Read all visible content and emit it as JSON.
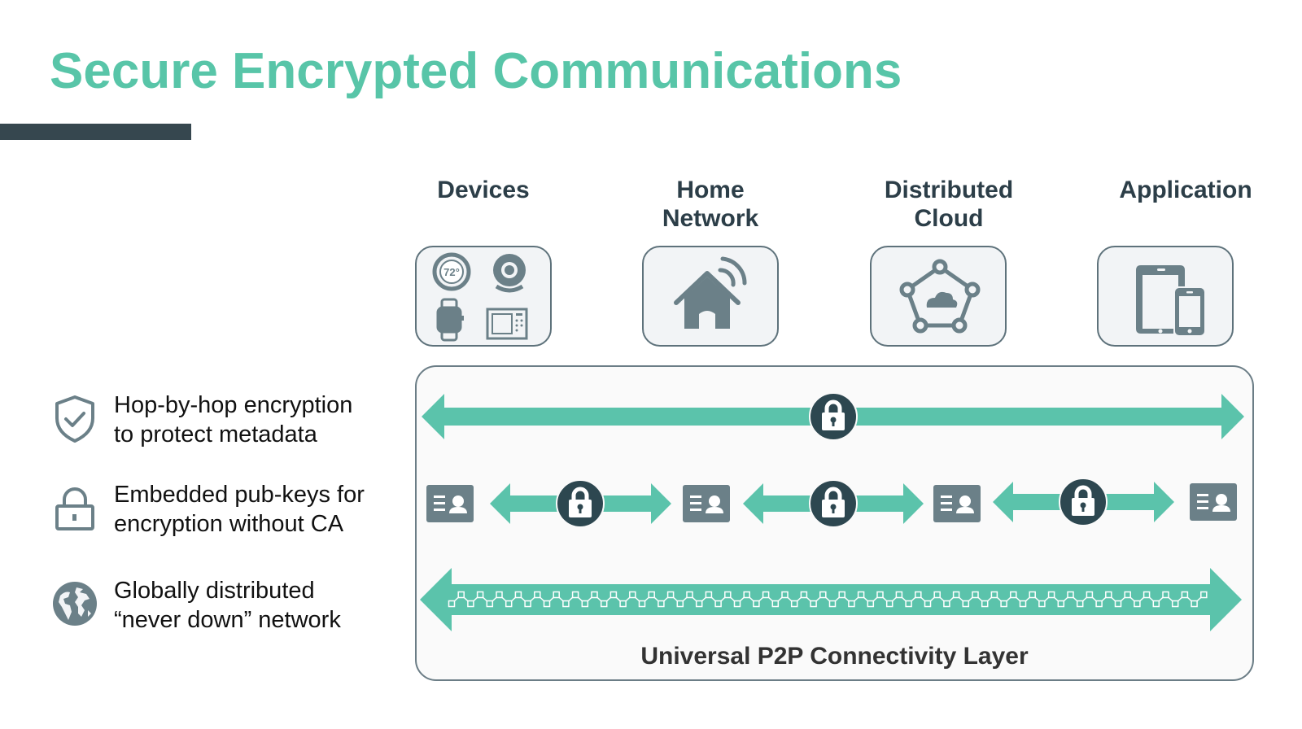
{
  "slide": {
    "title": "Secure Encrypted Communications",
    "colors": {
      "accent_teal": "#58c5a8",
      "dark_slate": "#2c3e48",
      "icon_gray": "#6b8088",
      "lock_circle": "#2d4750"
    }
  },
  "columns": [
    {
      "label": "Devices",
      "icon": "devices-icon"
    },
    {
      "label": "Home Network",
      "icon": "smart-home-icon"
    },
    {
      "label": "Distributed Cloud",
      "icon": "distributed-cloud-icon"
    },
    {
      "label": "Application",
      "icon": "tablet-phone-icon"
    }
  ],
  "features": [
    {
      "icon": "shield-check-icon",
      "text": "Hop-by-hop encryption\nto protect metadata"
    },
    {
      "icon": "padlock-icon",
      "text": "Embedded pub-keys for\nencryption without CA"
    },
    {
      "icon": "globe-icon",
      "text": "Globally distributed\n“never down” network"
    }
  ],
  "diagram": {
    "rows": [
      {
        "name": "end-to-end-encryption",
        "segments": 1,
        "locks": 1
      },
      {
        "name": "hop-by-hop-encryption",
        "segments": 3,
        "locks": 3,
        "identity_cards": 4
      },
      {
        "name": "p2p-connectivity",
        "segments": 1,
        "pattern": "mesh-chain"
      }
    ],
    "layer_label": "Universal P2P Connectivity Layer"
  }
}
